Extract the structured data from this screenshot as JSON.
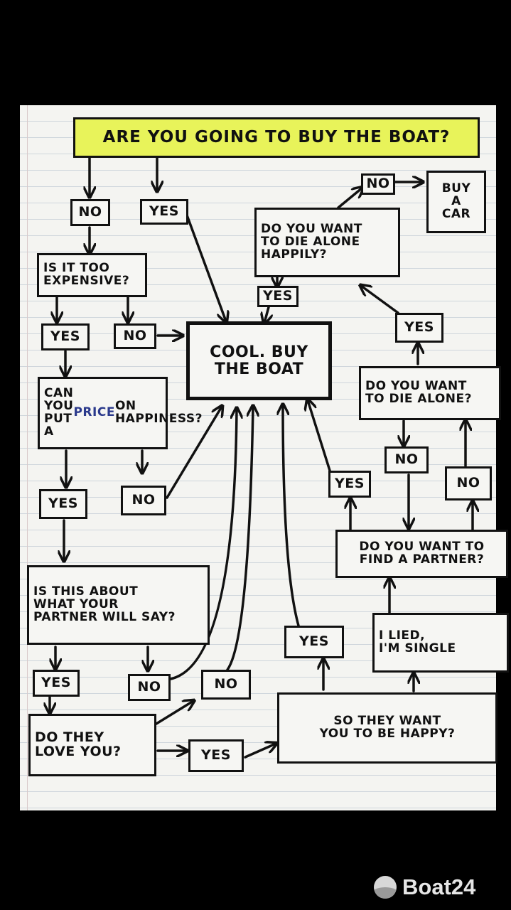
{
  "flowchart": {
    "title": "ARE YOU GOING TO BUY THE BOAT?",
    "start_no": "NO",
    "start_yes": "YES",
    "q_expensive": "IS IT TOO\nEXPENSIVE?",
    "exp_yes": "YES",
    "exp_no": "NO",
    "q_price_prefix": "CAN YOU PUT\nA ",
    "q_price_word": "PRICE",
    "q_price_suffix": " ON\nHAPPINESS?",
    "price_yes": "YES",
    "price_no": "NO",
    "q_partner_say": "IS THIS ABOUT\nWHAT YOUR\nPARTNER WILL SAY?",
    "partner_yes": "YES",
    "partner_no": "NO",
    "q_love": "DO THEY\nLOVE YOU?",
    "love_no": "NO",
    "love_yes": "YES",
    "q_happy": "SO THEY WANT\nYOU TO BE HAPPY?",
    "happy_yes": "YES",
    "lied": "I LIED,\nI'M SINGLE",
    "q_find_partner": "DO YOU WANT TO\nFIND A PARTNER?",
    "find_yes": "YES",
    "find_no": "NO",
    "q_die_alone": "DO YOU WANT\nTO DIE ALONE?",
    "die_no": "NO",
    "die_yes": "YES",
    "q_die_happily": "DO YOU WANT\nTO DIE ALONE\nHAPPILY?",
    "happily_yes": "YES",
    "happily_no": "NO",
    "buy_car": "BUY\nA\nCAR",
    "result": "COOL. BUY\nTHE BOAT"
  },
  "watermark": {
    "text": "Boat24",
    "icon": "boat24-logo-icon"
  },
  "colors": {
    "highlight": "#e8f35a",
    "ink": "#111111",
    "blue_ink": "#2b3a8c",
    "paper": "#f4f4f1"
  }
}
